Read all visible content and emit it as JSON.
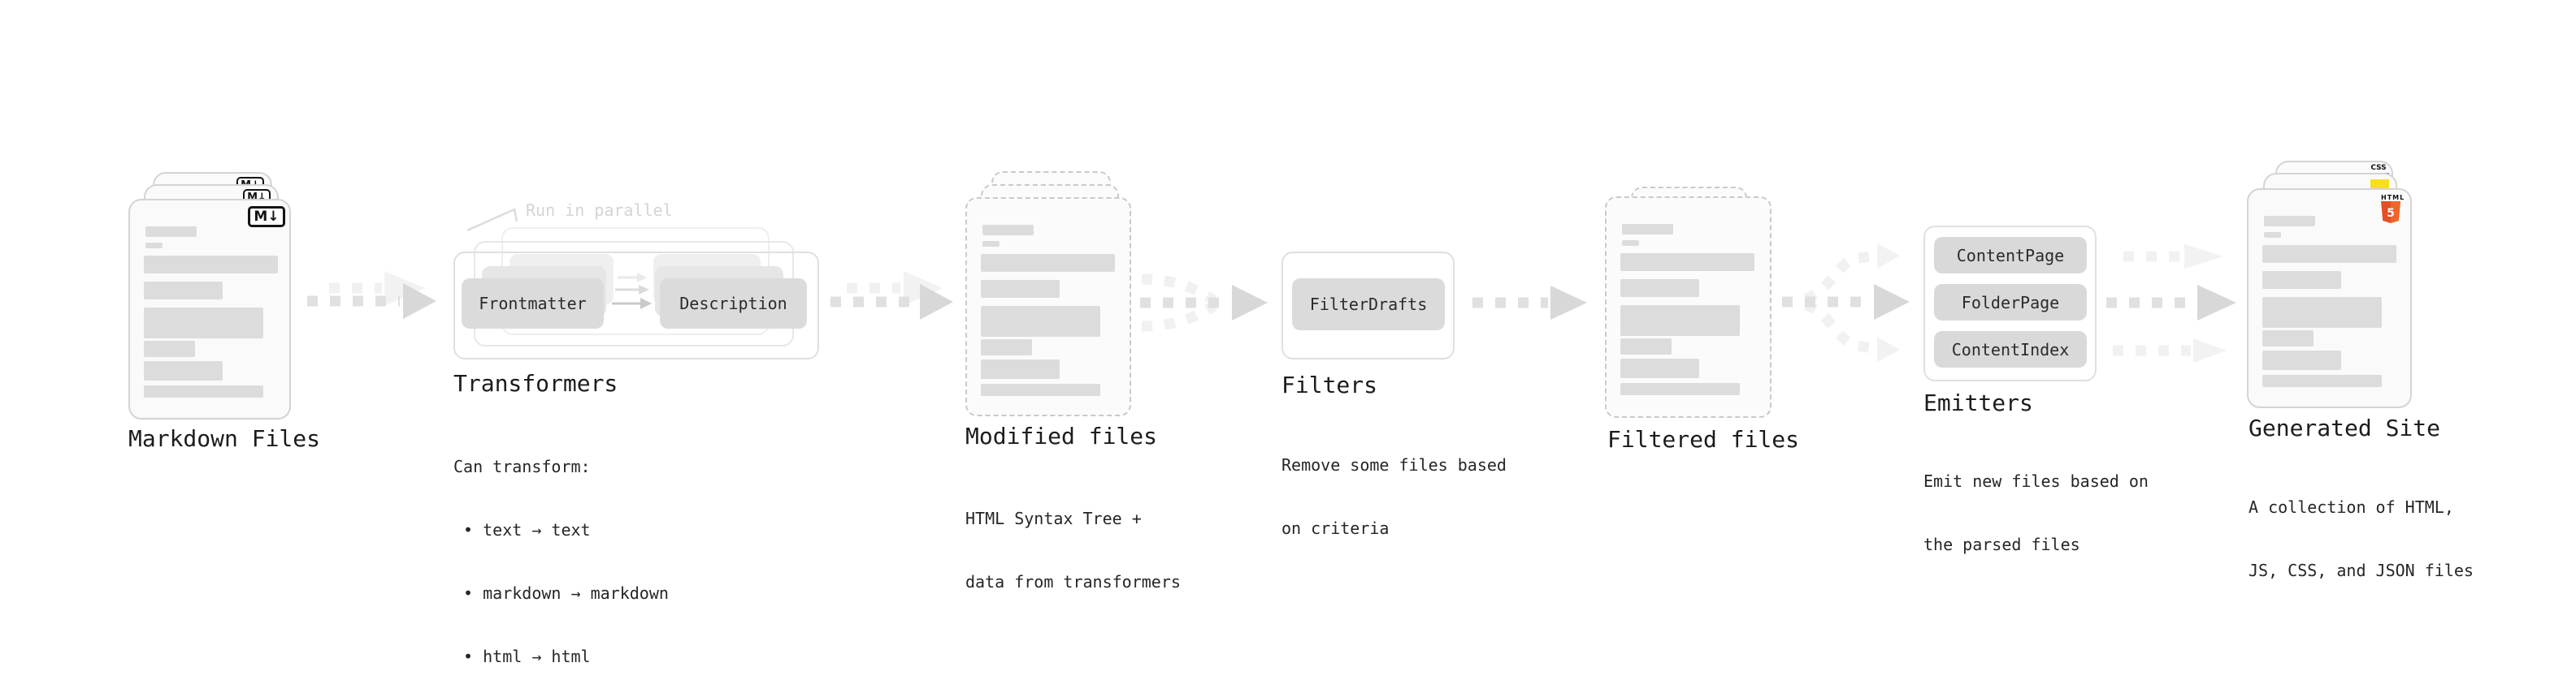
{
  "diagram": {
    "markdown": {
      "title": "Markdown Files",
      "icon": "M↓"
    },
    "transformers": {
      "title": "Transformers",
      "note": "Run in parallel",
      "boxes": {
        "from": "Frontmatter",
        "to": "Description"
      },
      "caption": [
        "Can transform:",
        " • text → text",
        " • markdown → markdown",
        " • html → html"
      ]
    },
    "modified": {
      "title": "Modified files",
      "caption": [
        "HTML Syntax Tree +",
        "data from transformers"
      ]
    },
    "filters": {
      "title": "Filters",
      "box": "FilterDrafts",
      "caption": [
        "Remove some files based",
        "on criteria"
      ]
    },
    "filtered": {
      "title": "Filtered files"
    },
    "emitters": {
      "title": "Emitters",
      "boxes": [
        "ContentPage",
        "FolderPage",
        "ContentIndex"
      ],
      "caption": [
        "Emit new files based on",
        "the parsed files"
      ]
    },
    "generated": {
      "title": "Generated Site",
      "caption": [
        "A collection of HTML,",
        "JS, CSS, and JSON files"
      ],
      "icons": {
        "css": "CSS",
        "html_label": "HTML",
        "html_number": "5"
      }
    }
  },
  "colors": {
    "html5_orange": "#e34f26",
    "html5_orange_light": "#ef652a",
    "js_yellow": "#f7df1e",
    "css_blue": "#2965f1",
    "arrow_dark": "#e0e0e0",
    "arrow_light": "#f1f1f1",
    "card_fill": "#fafafa",
    "box_fill": "#dbdbdb",
    "text": "#1c1c1c"
  }
}
